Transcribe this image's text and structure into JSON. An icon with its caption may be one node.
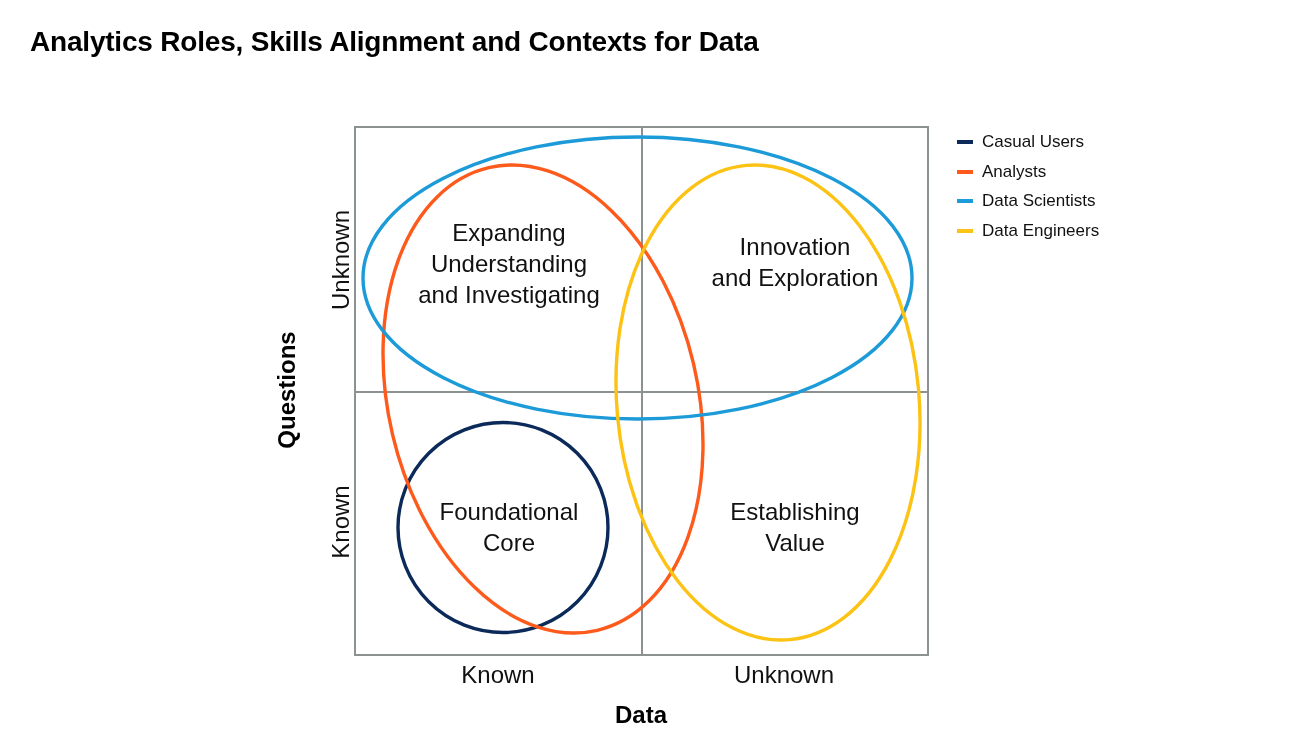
{
  "diagram": {
    "title": "Analytics Roles, Skills Alignment and Contexts for Data",
    "nodes": [
      {
        "text": [
          "Expanding Understanding and Investigating"
        ]
      },
      {
        "text": [
          "Innovation and Exploration"
        ]
      },
      {
        "text": [
          "Foundational Core"
        ]
      },
      {
        "text": [
          "Establishing Value"
        ]
      }
    ],
    "labels": [
      "Unknown",
      "Questions",
      "Known",
      "Known",
      "Unknown",
      "Data"
    ],
    "legend": [
      {
        "text": "Casual Users"
      },
      {
        "text": "Analysts"
      },
      {
        "text": "Data Scientists"
      },
      {
        "text": "Data Engineers"
      }
    ]
  }
}
